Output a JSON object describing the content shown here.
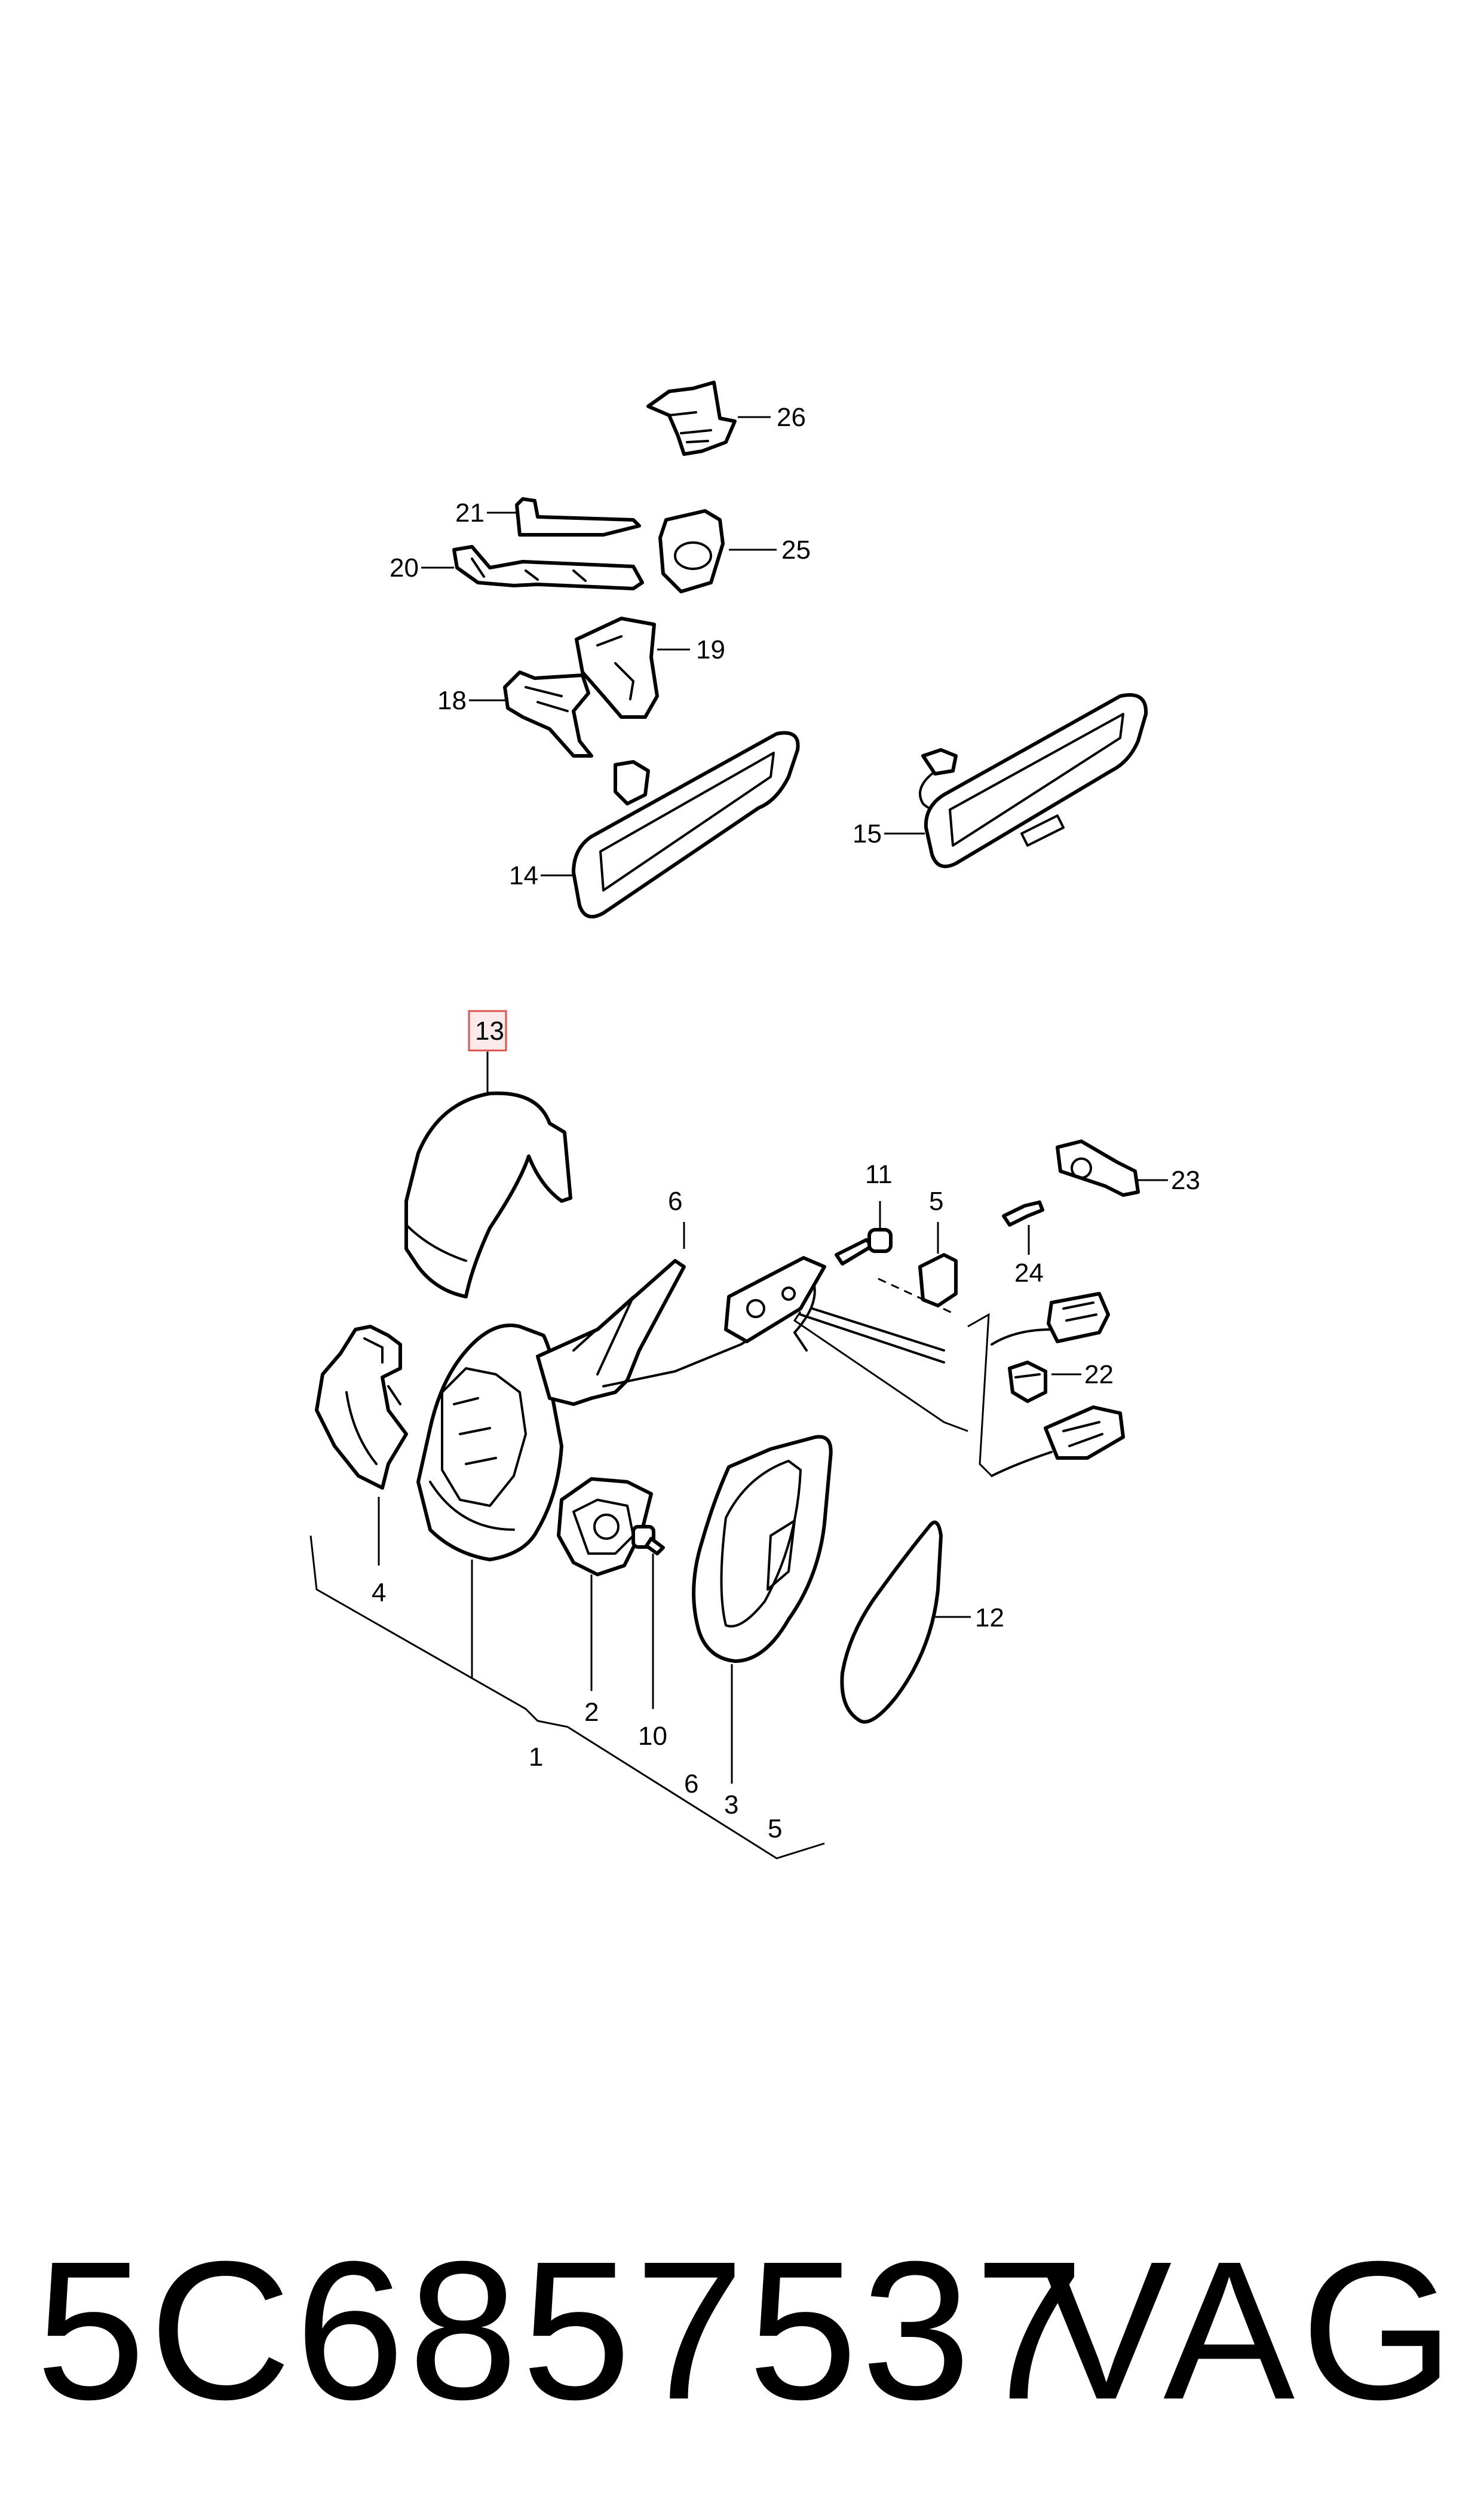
{
  "callouts": {
    "c1": "1",
    "c2": "2",
    "c3": "3",
    "c4": "4",
    "c5a": "5",
    "c5b": "5",
    "c6a": "6",
    "c6b": "6",
    "c10": "10",
    "c11": "11",
    "c12": "12",
    "c13": "13",
    "c14": "14",
    "c15": "15",
    "c18": "18",
    "c19": "19",
    "c20": "20",
    "c21": "21",
    "c22": "22",
    "c23": "23",
    "c24": "24",
    "c25": "25",
    "c26": "26"
  },
  "highlighted_callout": "13",
  "colors": {
    "highlight_fill": "#fbeaea",
    "highlight_stroke": "#d9534f",
    "line": "#000000"
  },
  "footer": {
    "part_number": "5C6857537",
    "brand": "VAG"
  }
}
